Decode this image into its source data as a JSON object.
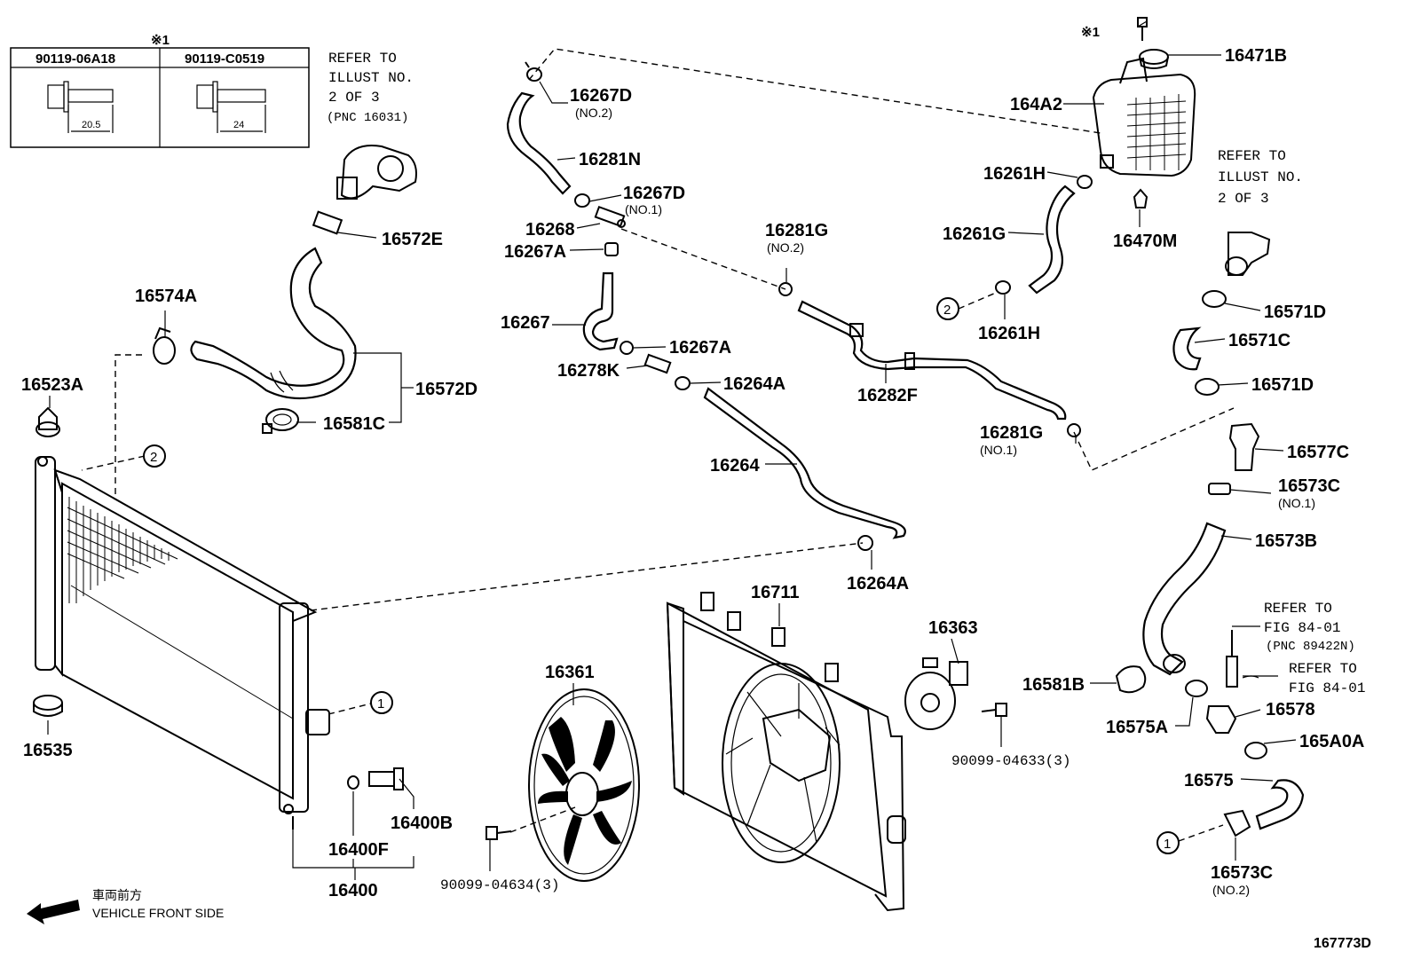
{
  "diagram_id": "167773D",
  "bolt_table": {
    "note_mark": "※1",
    "col1": {
      "part": "90119-06A18",
      "dim": "20.5"
    },
    "col2": {
      "part": "90119-C0519",
      "dim": "24"
    }
  },
  "refer_notes": {
    "top_left": [
      "REFER TO",
      "ILLUST NO.",
      "2 OF 3",
      "(PNC 16031)"
    ],
    "right": [
      "REFER TO",
      "ILLUST NO.",
      "2 OF 3"
    ],
    "fig1": [
      "REFER TO",
      "FIG 84-01",
      "(PNC 89422N)"
    ],
    "fig2": [
      "REFER TO",
      "FIG 84-01"
    ]
  },
  "callouts": {
    "c1": "1",
    "c2": "2"
  },
  "labels": {
    "p16267D_no2": "16267D",
    "p16267D_no2_sub": "(NO.2)",
    "p16281N": "16281N",
    "p16267D_no1": "16267D",
    "p16267D_no1_sub": "(NO.1)",
    "p16268": "16268",
    "p16267A_a": "16267A",
    "p16267": "16267",
    "p16267A_b": "16267A",
    "p16278K": "16278K",
    "p16264A_a": "16264A",
    "p16264": "16264",
    "p16264A_b": "16264A",
    "p16281G_no2": "16281G",
    "p16281G_no2_sub": "(NO.2)",
    "p16282F": "16282F",
    "p16281G_no1": "16281G",
    "p16281G_no1_sub": "(NO.1)",
    "p16572E": "16572E",
    "p16574A": "16574A",
    "p16572D": "16572D",
    "p16581C": "16581C",
    "p16523A": "16523A",
    "p16535": "16535",
    "p16400B": "16400B",
    "p16400F": "16400F",
    "p16400": "16400",
    "p16361": "16361",
    "p90099_04634": "90099-04634(3)",
    "p16711": "16711",
    "p16363": "16363",
    "p90099_04633": "90099-04633(3)",
    "mark1": "※1",
    "p16471B": "16471B",
    "p164A2": "164A2",
    "p16261H_a": "16261H",
    "p16261G": "16261G",
    "p16470M": "16470M",
    "p16261H_b": "16261H",
    "p16571D_a": "16571D",
    "p16571C": "16571C",
    "p16571D_b": "16571D",
    "p16577C": "16577C",
    "p16573C_no1": "16573C",
    "p16573C_no1_sub": "(NO.1)",
    "p16573B": "16573B",
    "p16581B": "16581B",
    "p16575A": "16575A",
    "p16578": "16578",
    "p165A0A": "165A0A",
    "p16575": "16575",
    "p16573C_no2": "16573C",
    "p16573C_no2_sub": "(NO.2)"
  },
  "front_indicator": {
    "japanese": "車両前方",
    "english": "VEHICLE FRONT SIDE"
  }
}
